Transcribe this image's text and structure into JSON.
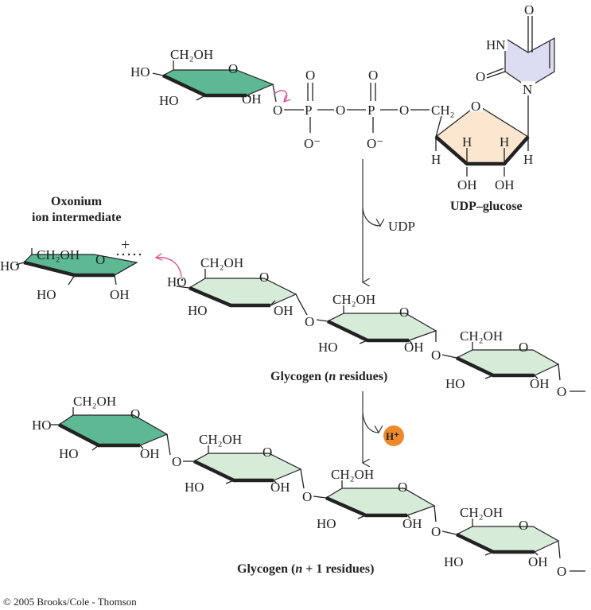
{
  "colors": {
    "glucose_dark": "#5db894",
    "glucose_light": "#d6ecd9",
    "ribose": "#fbe6cf",
    "uracil": "#dcdcf2",
    "mechanism_arrow": "#e0457f",
    "proton_ball": "#ee8a2c"
  },
  "udp_glucose": {
    "label": "UDP–glucose",
    "ch2oh": "CH₂OH",
    "ho1": "HO",
    "ho2": "HO",
    "oh": "OH",
    "ring_o": "O",
    "bridge_o1": "O",
    "p1": "P",
    "p1_double_o": "O",
    "p1_minus": "O⁻",
    "bridge_o2": "O",
    "p2": "P",
    "p2_double_o": "O",
    "p2_minus": "O⁻",
    "bridge_o3": "O",
    "ch2": "CH₂",
    "ribose_o": "O",
    "h1": "H",
    "h2": "H",
    "h3": "H",
    "h4": "H",
    "oh3": "OH",
    "oh4": "OH",
    "uracil_o_top": "O",
    "uracil_hn": "HN",
    "uracil_o_left": "O",
    "uracil_n": "N"
  },
  "oxonium": {
    "label_line1": "Oxonium",
    "label_line2": "ion intermediate",
    "ch2oh": "CH₂OH",
    "ho1": "HO",
    "ho2": "HO",
    "oh": "OH",
    "ring_o": "O",
    "plus": "+"
  },
  "step1": {
    "byproduct": "UDP"
  },
  "step2": {
    "proton": "H⁺"
  },
  "glycogen_n": {
    "label_prefix": "Glycogen (",
    "label_n": "n",
    "label_suffix": " residues)",
    "units": [
      {
        "ch2oh": "CH₂OH",
        "ho1": "HO",
        "ho2": "HO",
        "oh": "OH",
        "ring_o": "O"
      },
      {
        "ch2oh": "CH₂OH",
        "ho": "HO",
        "oh": "OH",
        "ring_o": "O"
      },
      {
        "ch2oh": "CH₂OH",
        "ho": "HO",
        "oh": "OH",
        "ring_o": "O"
      }
    ],
    "link_o1": "O",
    "link_o2": "O",
    "end_o": "O"
  },
  "glycogen_n1": {
    "label_prefix": "Glycogen (",
    "label_n": "n",
    "label_plus": " + ",
    "label_suffix": "1 residues)",
    "units": [
      {
        "ch2oh": "CH₂OH",
        "ho1": "HO",
        "ho2": "HO",
        "oh": "OH",
        "ring_o": "O"
      },
      {
        "ch2oh": "CH₂OH",
        "ho": "HO",
        "oh": "OH",
        "ring_o": "O"
      },
      {
        "ch2oh": "CH₂OH",
        "ho": "HO",
        "oh": "OH",
        "ring_o": "O"
      },
      {
        "ch2oh": "CH₂OH",
        "ho": "HO",
        "oh": "OH",
        "ring_o": "O"
      }
    ],
    "link_o1": "O",
    "link_o2": "O",
    "link_o3": "O",
    "end_o": "O"
  },
  "copyright": "© 2005 Brooks/Cole - Thomson"
}
